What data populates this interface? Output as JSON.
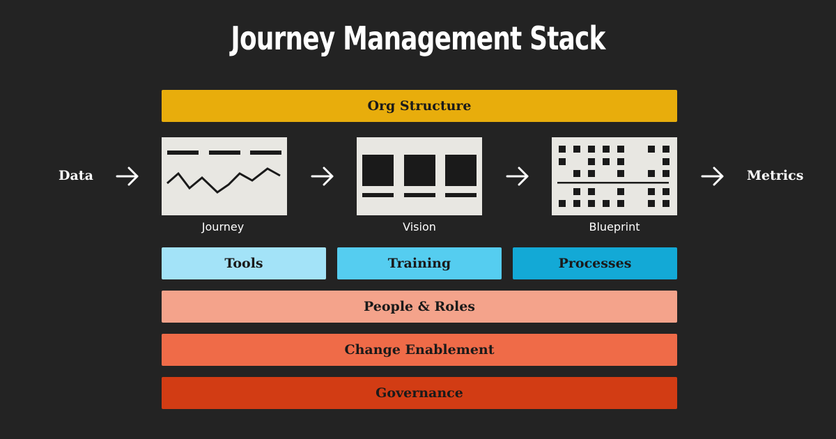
{
  "title": "Journey Management Stack",
  "top_layer": {
    "label": "Org Structure",
    "color": "#e8ad0c"
  },
  "flow": {
    "input_label": "Data",
    "output_label": "Metrics",
    "stages": [
      {
        "label": "Journey",
        "icon": "journey-line-chart-icon"
      },
      {
        "label": "Vision",
        "icon": "vision-storyboard-icon"
      },
      {
        "label": "Blueprint",
        "icon": "blueprint-grid-icon"
      }
    ]
  },
  "support_layer": [
    {
      "label": "Tools",
      "color": "#a3e3f8"
    },
    {
      "label": "Training",
      "color": "#55cdf0"
    },
    {
      "label": "Processes",
      "color": "#13a9d6"
    }
  ],
  "foundation_layers": [
    {
      "label": "People & Roles",
      "color": "#f4a38b"
    },
    {
      "label": "Change Enablement",
      "color": "#ef6b48"
    },
    {
      "label": "Governance",
      "color": "#d23c14"
    }
  ]
}
